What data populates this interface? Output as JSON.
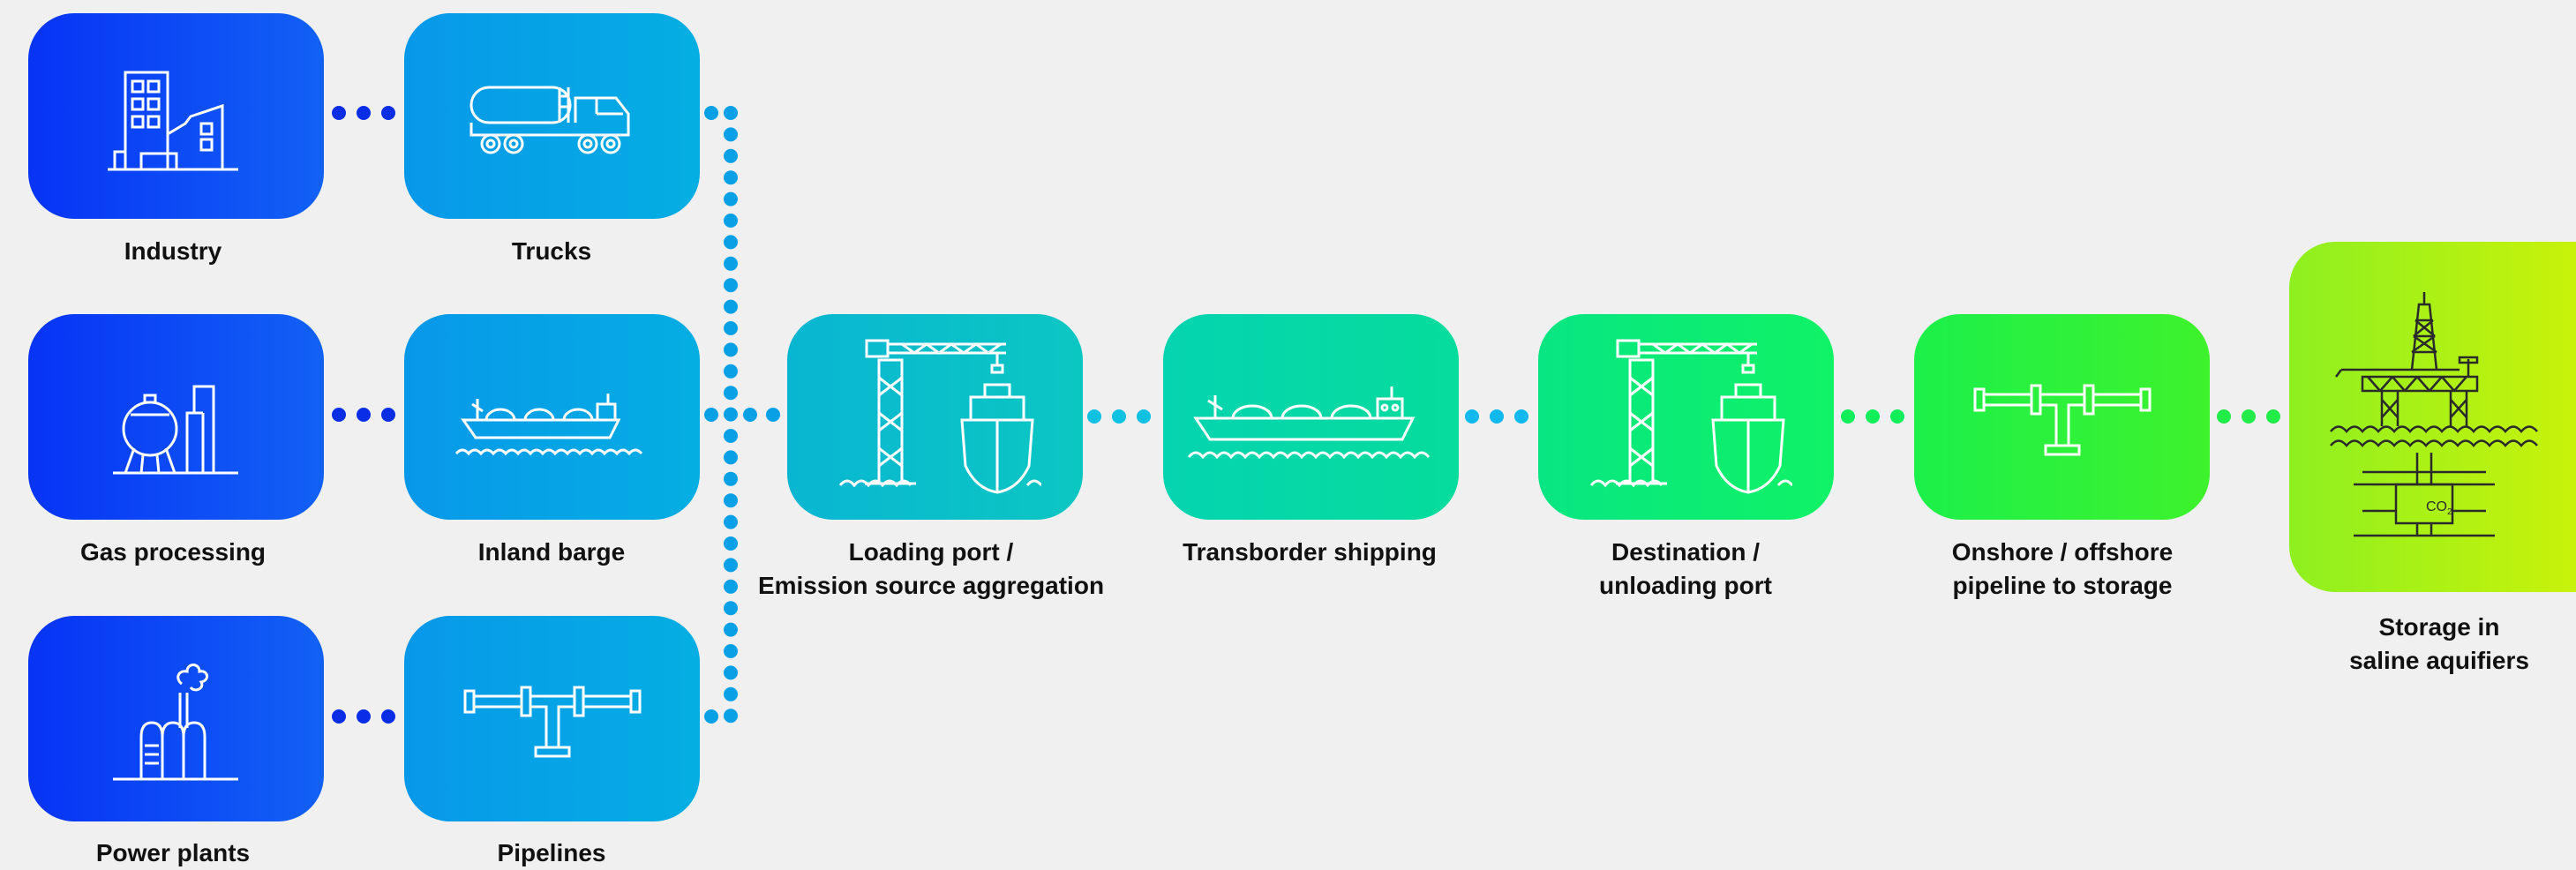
{
  "colors": {
    "background": "#f0f0f0",
    "source_blue": "#0b3df5",
    "transport_blue": "#0a9de8",
    "aggregation_teal": "#0bbfc9",
    "shipping_teal": "#06d9a3",
    "port_green": "#0ef06a",
    "pipeline_green": "#22f23c",
    "storage_lime": "#b8f00a"
  },
  "sources": {
    "industry": {
      "label": "Industry",
      "icon": "industry-icon"
    },
    "gas_processing": {
      "label": "Gas processing",
      "icon": "gas-processing-icon"
    },
    "power_plants": {
      "label": "Power plants",
      "icon": "power-plant-icon"
    }
  },
  "transport": {
    "trucks": {
      "label": "Trucks",
      "icon": "truck-icon"
    },
    "inland_barge": {
      "label": "Inland barge",
      "icon": "barge-icon"
    },
    "pipelines": {
      "label": "Pipelines",
      "icon": "pipeline-icon"
    }
  },
  "chain": {
    "loading_port": {
      "label_line1": "Loading port /",
      "label_line2": "Emission source aggregation",
      "icon": "loading-port-icon"
    },
    "transborder_shipping": {
      "label": "Transborder shipping",
      "icon": "ship-icon"
    },
    "destination_port": {
      "label_line1": "Destination /",
      "label_line2": "unloading port",
      "icon": "unloading-port-icon"
    },
    "onshore_offshore": {
      "label_line1": "Onshore / offshore",
      "label_line2": "pipeline to storage",
      "icon": "pipeline-icon"
    },
    "storage": {
      "label_line1": "Storage in",
      "label_line2": "saline aquifiers",
      "icon": "offshore-rig-icon",
      "co2_text": "CO"
    }
  }
}
